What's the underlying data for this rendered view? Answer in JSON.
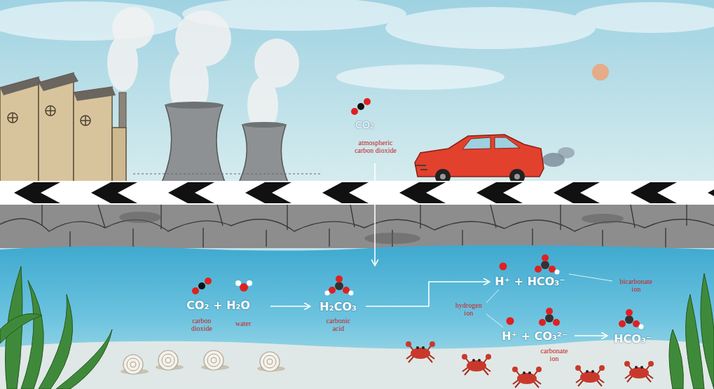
{
  "diagram": {
    "labels": [
      "CO₂",
      "atmospheric carbon dioxide",
      "CO₂ + H₂O",
      "carbon dioxide",
      "water",
      "H₂CO₃",
      "carbonic acid",
      "H⁺ + HCO₃⁻",
      "bicarbonate ion",
      "hydrogen ion",
      "H⁺ + CO₃²⁻",
      "carbonate ion",
      "HCO₃⁻"
    ]
  }
}
